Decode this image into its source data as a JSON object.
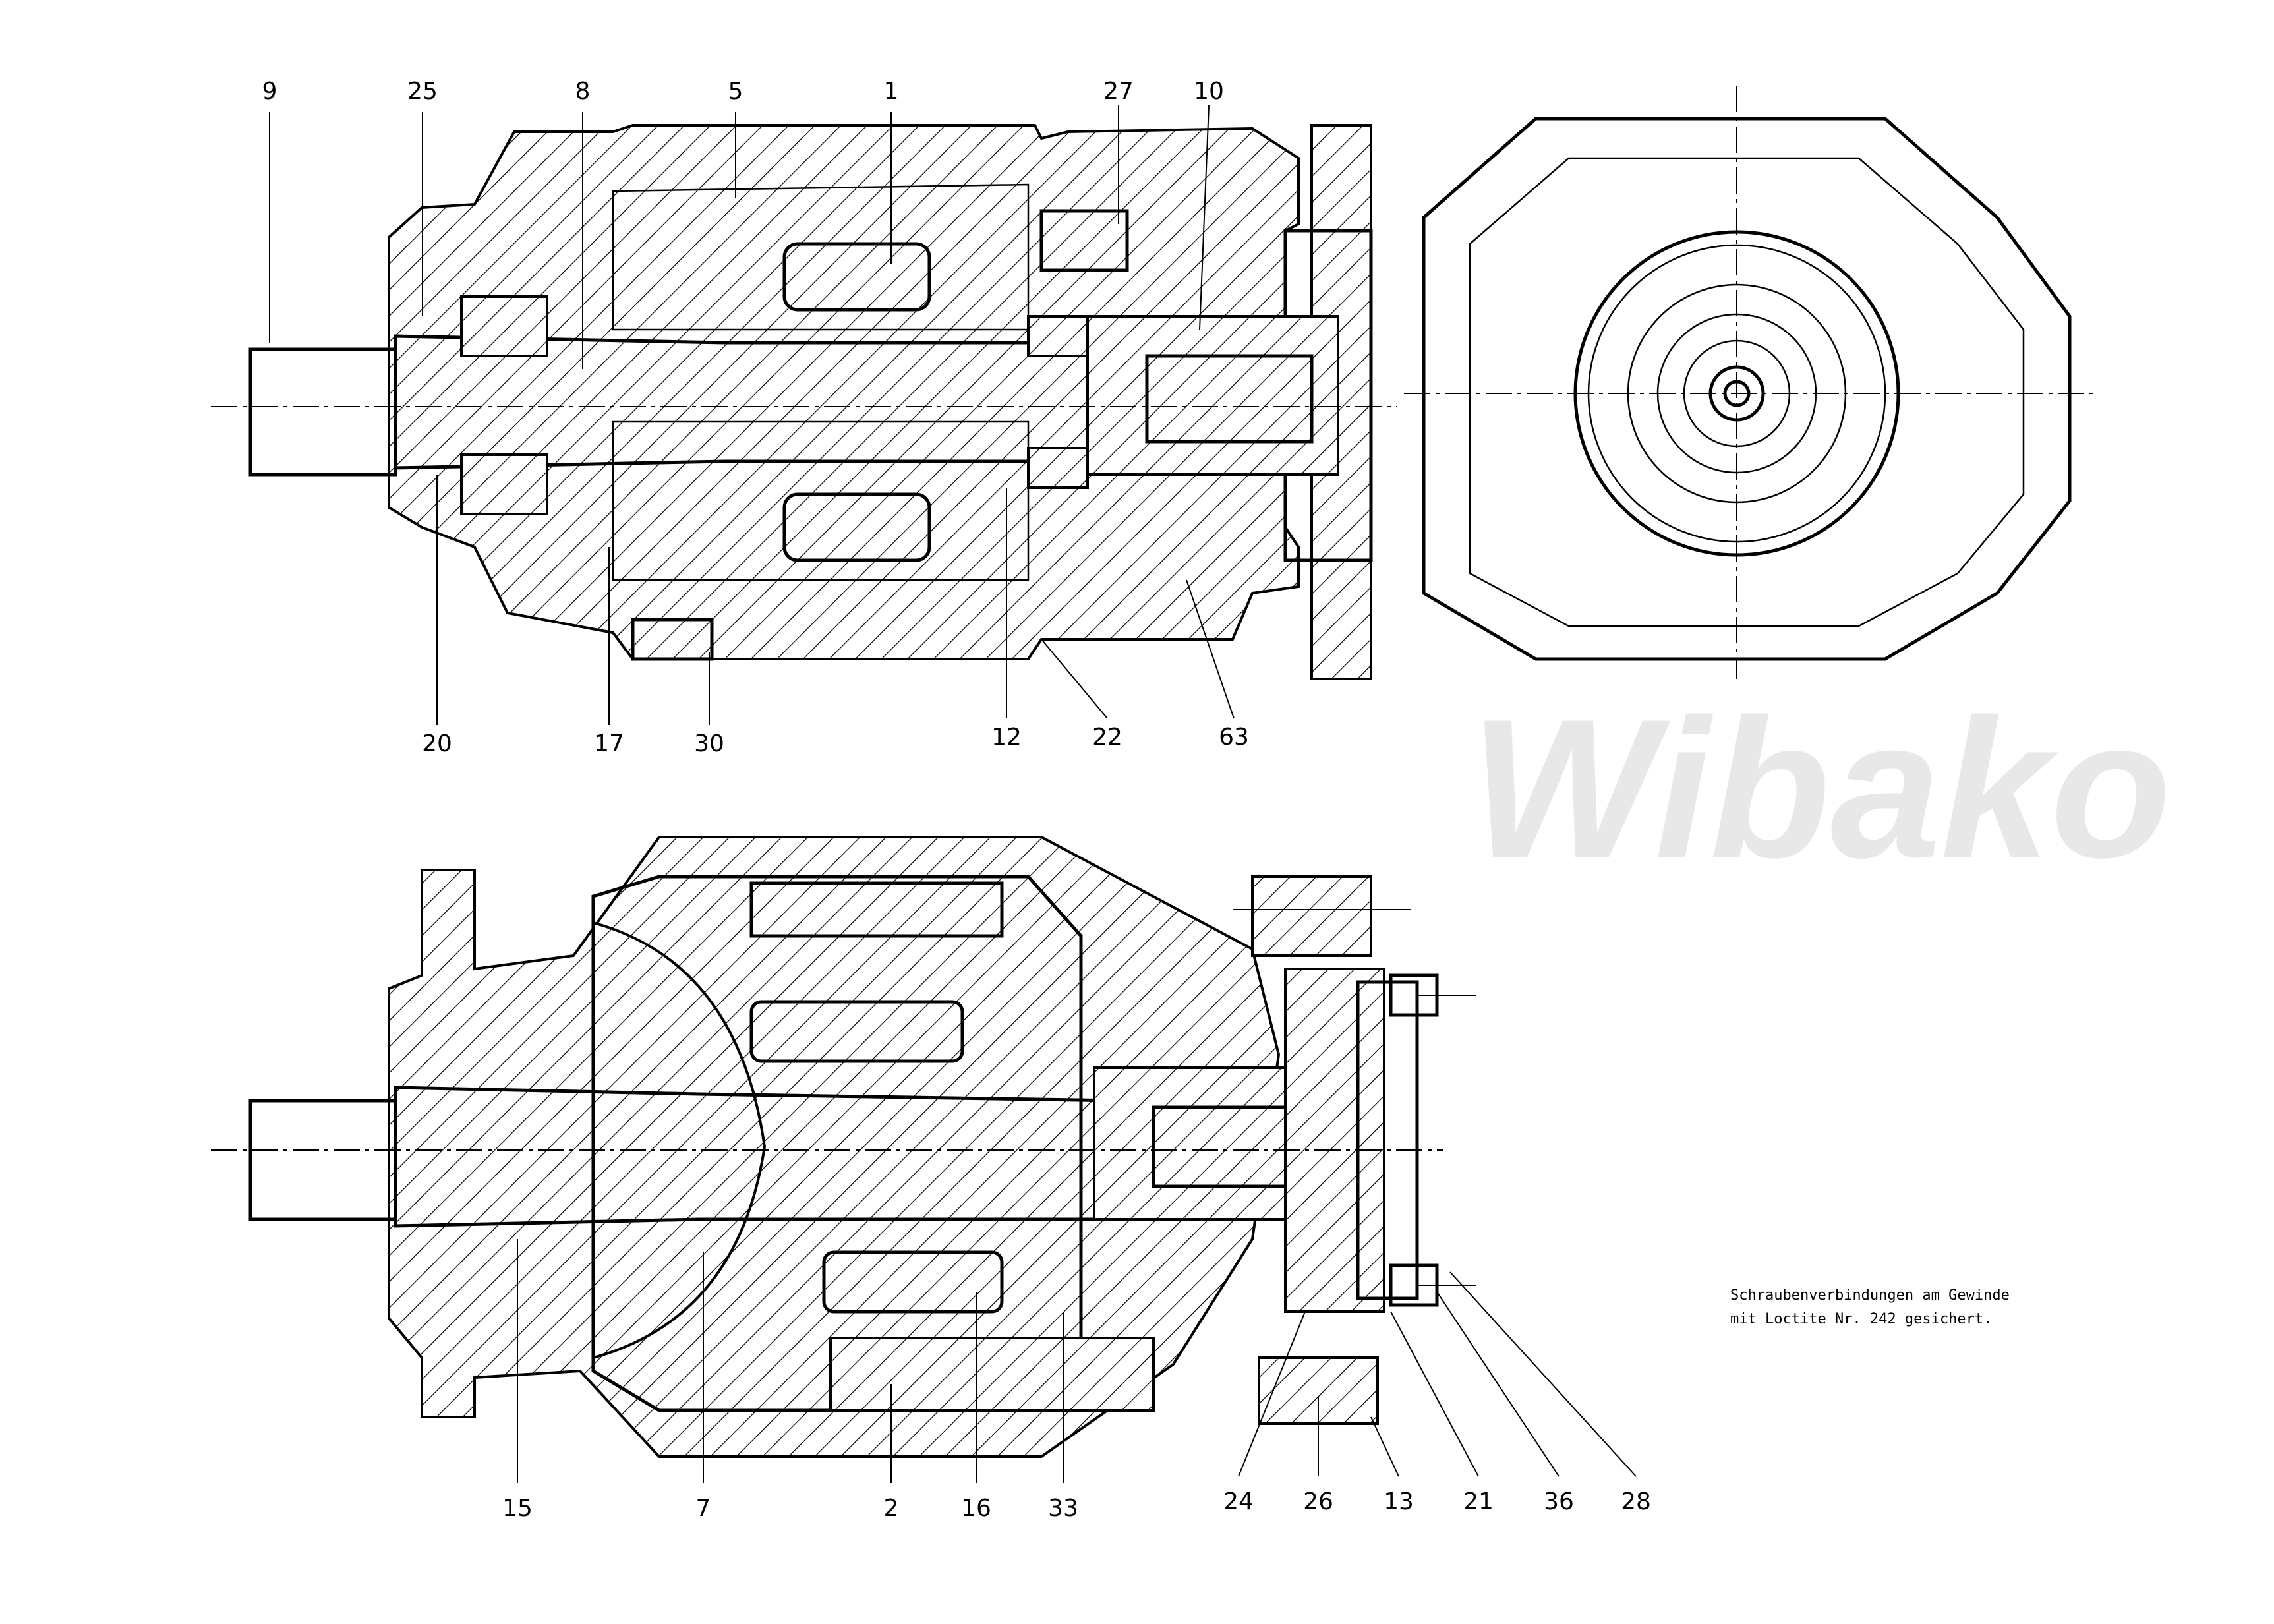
{
  "drawing": {
    "watermark": "Wibako",
    "top_section_labels": {
      "top": [
        "9",
        "25",
        "8",
        "5",
        "1",
        "27",
        "10"
      ],
      "bottom": [
        "20",
        "17",
        "30",
        "12",
        "22",
        "63"
      ]
    },
    "bottom_section_labels": [
      "15",
      "7",
      "2",
      "16",
      "33",
      "24",
      "26",
      "13",
      "21",
      "36",
      "28"
    ],
    "note": {
      "line1": "Schraubenverbindungen am Gewinde",
      "line2": "mit Loctite Nr. 242 gesichert."
    }
  }
}
